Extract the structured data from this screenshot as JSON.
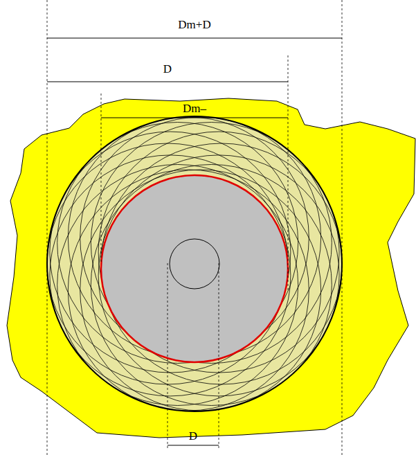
{
  "diagram": {
    "labels": [
      "Dm+D",
      "D",
      "Dm–",
      "D"
    ]
  }
}
